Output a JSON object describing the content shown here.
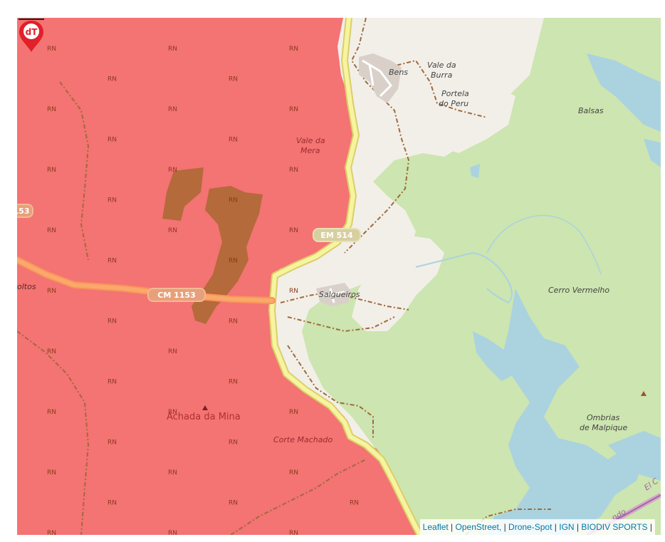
{
  "map": {
    "zone_code": "RN",
    "colors": {
      "reserve_fill": "#f47373",
      "forest": "#cde5b0",
      "water": "#aad3df",
      "land": "#f2efe9",
      "brown_patch": "#b46a3a",
      "road_orange": "#fba86b",
      "road_yellow": "#f7f4a0",
      "track": "#a06a3c"
    },
    "places": [
      {
        "name": "Bens"
      },
      {
        "name": "Vale da",
        "name2": "Burra"
      },
      {
        "name": "Portela",
        "name2": "do Peru"
      },
      {
        "name": "Balsas"
      },
      {
        "name": "Vale da",
        "name2": "Mera"
      },
      {
        "name": "Salgueiros"
      },
      {
        "name": "Cerro Vermelho"
      },
      {
        "name": "Ombrias",
        "name2": "de Malpique"
      },
      {
        "name": "Achada da Mina"
      },
      {
        "name": "Corte Machado"
      },
      {
        "name": "oltos"
      }
    ],
    "road_labels": {
      "em514": "EM 514",
      "cm1153": "CM 1153",
      "r153": "153",
      "ei": "El C",
      "ndo": "ndo"
    },
    "marker": {
      "label": "dT",
      "icon": "drone-spot-marker-icon"
    }
  },
  "attribution": {
    "leaflet": "Leaflet",
    "openstreet": "OpenStreet,",
    "dronespot": "Drone-Spot",
    "ign": "IGN",
    "biodiv": "BIODIV SPORTS",
    "sep": "|"
  }
}
